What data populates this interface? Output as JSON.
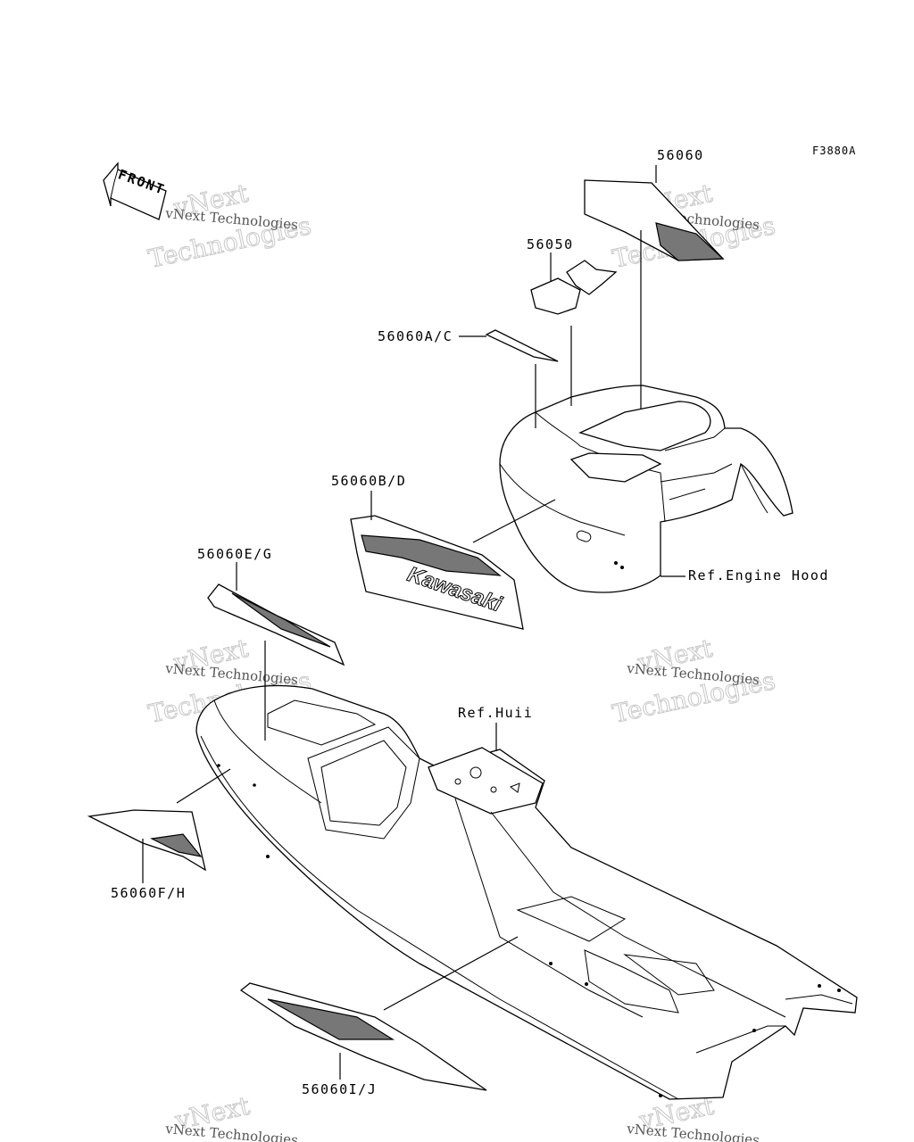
{
  "figure_code": "F3880A",
  "front_label": "FRONT",
  "brand_text": "Kawasaki",
  "parts": [
    {
      "id": "p1",
      "label": "56060"
    },
    {
      "id": "p2",
      "label": "56050"
    },
    {
      "id": "p3",
      "label": "56060A/C"
    },
    {
      "id": "p4",
      "label": "56060B/D"
    },
    {
      "id": "p5",
      "label": "56060E/G"
    },
    {
      "id": "p6",
      "label": "56060F/H"
    },
    {
      "id": "p7",
      "label": "56060I/J"
    }
  ],
  "references": [
    {
      "id": "r1",
      "label": "Ref.Engine Hood"
    },
    {
      "id": "r2",
      "label": "Ref.Huii"
    }
  ],
  "watermark": {
    "line1": "vNext",
    "line2": "Technologies",
    "small": "vNext Technologies"
  }
}
